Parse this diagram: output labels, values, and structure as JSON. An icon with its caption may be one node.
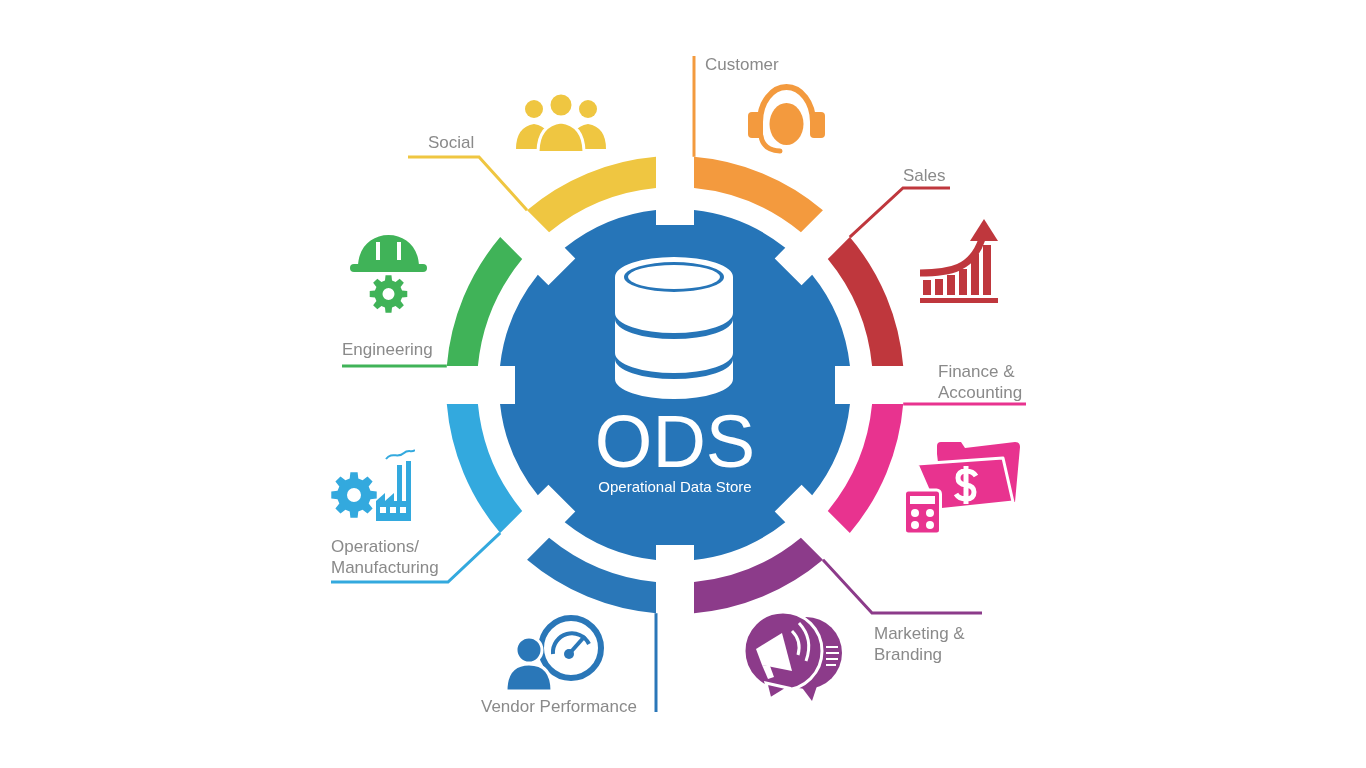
{
  "diagram": {
    "nodes": [
      {
        "text": [
          "ODS",
          "Operational Data Store"
        ]
      },
      {
        "text": [
          "Customer"
        ]
      },
      {
        "text": [],
        "shape": "arc"
      },
      {
        "text": [
          "Sales"
        ]
      },
      {
        "text": [],
        "shape": "arc"
      },
      {
        "text": [
          "Finance & Accounting"
        ]
      },
      {
        "text": [],
        "shape": "arc"
      },
      {
        "text": [
          "Marketing & Branding"
        ]
      },
      {
        "text": [],
        "shape": "arc"
      },
      {
        "text": [
          "Vendor Performance"
        ]
      },
      {
        "text": [],
        "shape": "arc"
      },
      {
        "text": [
          "Operations/ Manufacturing"
        ]
      },
      {
        "text": [],
        "shape": "arc"
      },
      {
        "text": [
          "Engineering"
        ]
      },
      {
        "text": [],
        "shape": "arc"
      },
      {
        "text": [
          "Social"
        ]
      },
      {
        "text": [],
        "shape": "arc"
      }
    ],
    "edges": [
      {
        "from": 1,
        "to": 2,
        "arrow": "none",
        "color": "#f39a3e"
      },
      {
        "from": 3,
        "to": 4,
        "arrow": "none",
        "color": "#bf373d"
      },
      {
        "from": 5,
        "to": 6,
        "arrow": "none",
        "color": "#e8338f"
      },
      {
        "from": 7,
        "to": 8,
        "arrow": "none",
        "color": "#8c3b8a"
      },
      {
        "from": 9,
        "to": 10,
        "arrow": "none",
        "color": "#2a77b8"
      },
      {
        "from": 11,
        "to": 12,
        "arrow": "none",
        "color": "#33a9de"
      },
      {
        "from": 13,
        "to": 14,
        "arrow": "none",
        "color": "#40b358"
      },
      {
        "from": 15,
        "to": 16,
        "arrow": "none",
        "color": "#efc641"
      }
    ]
  }
}
